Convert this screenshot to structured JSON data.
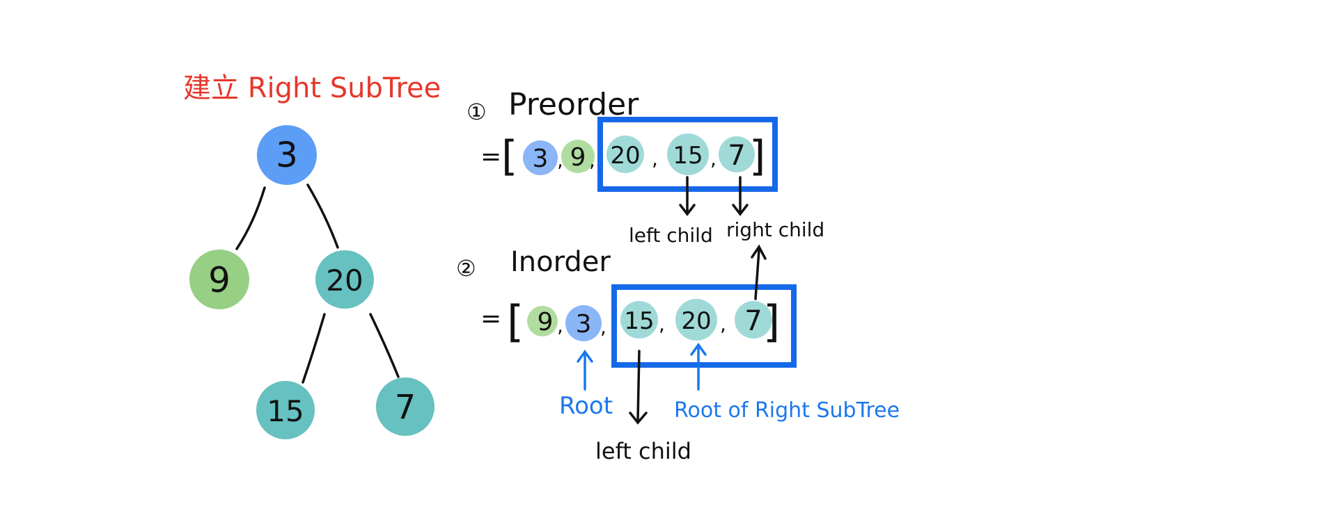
{
  "title": "建立 Right SubTree",
  "tree": {
    "nodes": [
      {
        "id": "root",
        "label": "3",
        "color": "#5c9df5"
      },
      {
        "id": "left",
        "label": "9",
        "color": "#97cf84"
      },
      {
        "id": "right",
        "label": "20",
        "color": "#66c1c0"
      },
      {
        "id": "right-left",
        "label": "15",
        "color": "#66c1c0"
      },
      {
        "id": "right-right",
        "label": "7",
        "color": "#66c1c0"
      }
    ]
  },
  "preorder": {
    "marker": "①",
    "name": "Preorder",
    "equals": "=",
    "open_bracket": "[",
    "close_bracket": "]",
    "values": [
      "3",
      "9",
      "20",
      "15",
      "7"
    ],
    "separators": [
      ",",
      ",",
      ",",
      ","
    ],
    "label_left_child": "left child",
    "label_right_child": "right child"
  },
  "inorder": {
    "marker": "②",
    "name": "Inorder",
    "equals": "=",
    "open_bracket": "[",
    "close_bracket": "]",
    "values": [
      "9",
      "3",
      "15",
      "20",
      "7"
    ],
    "separators": [
      ",",
      ",",
      ",",
      ","
    ],
    "label_root": "Root",
    "label_root_right": "Root of Right SubTree",
    "label_left_child": "left child"
  },
  "colors": {
    "title_red": "#e5382c",
    "blue_root": "#5c9df5",
    "green_node": "#97cf84",
    "teal_node": "#66c1c0",
    "teal_light": "#9fdad7",
    "blue_light": "#8ab6f7",
    "green_light": "#b1dca0",
    "box_blue": "#1569e8",
    "annot_blue": "#1a78ee",
    "ink": "#111111"
  }
}
